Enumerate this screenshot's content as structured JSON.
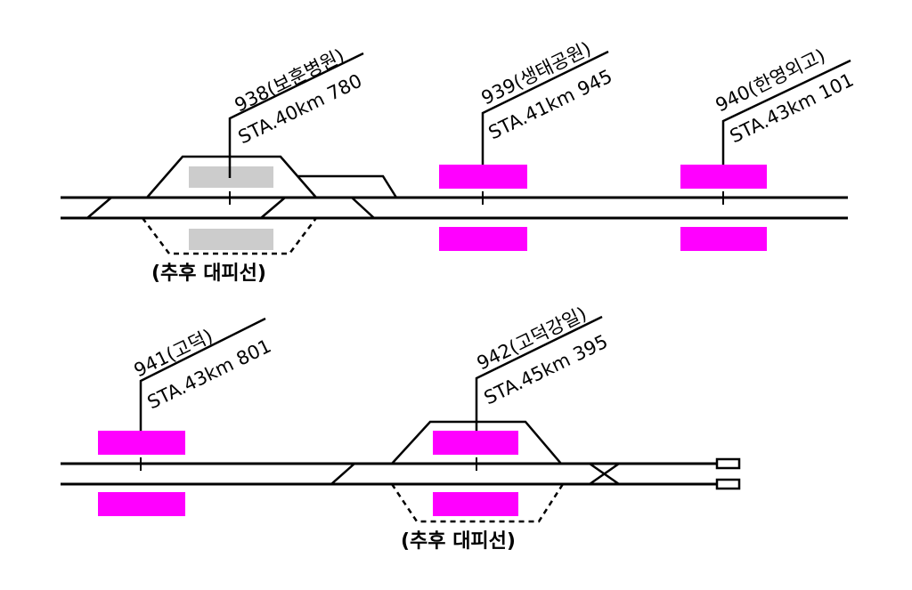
{
  "colors": {
    "platform": "#ff00ff",
    "platform_existing": "#cccccc",
    "line": "#000000",
    "background": "#ffffff"
  },
  "stations": [
    {
      "name": "938(보훈병원)",
      "chainage": "STA.40km 780",
      "platform_type": "island",
      "platform_color": "#cccccc"
    },
    {
      "name": "939(생태공원)",
      "chainage": "STA.41km 945",
      "platform_type": "side",
      "platform_color": "#ff00ff"
    },
    {
      "name": "940(한영외고)",
      "chainage": "STA.43km 101",
      "platform_type": "side",
      "platform_color": "#ff00ff"
    },
    {
      "name": "941(고덕)",
      "chainage": "STA.43km 801",
      "platform_type": "side",
      "platform_color": "#ff00ff"
    },
    {
      "name": "942(고덕강일)",
      "chainage": "STA.45km 395",
      "platform_type": "island",
      "platform_color": "#ff00ff"
    }
  ],
  "future_siding_label": "(추후 대피선)"
}
